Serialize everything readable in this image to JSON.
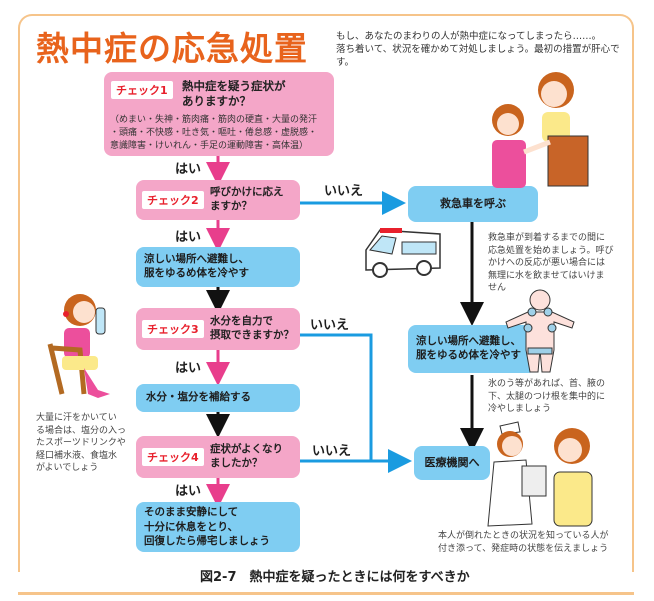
{
  "title": "熱中症の応急処置",
  "intro": [
    "もし、あなたのまわりの人が熱中症になってしまったら……。",
    "落ち着いて、状況を確かめて対処しましょう。最初の措置が肝心です。"
  ],
  "checks": [
    {
      "badge": "チェック1",
      "question": [
        "熱中症を疑う症状が",
        "ありますか？"
      ],
      "symptoms": [
        "（めまい・失神・筋肉痛・筋肉の硬直・大量の発汗",
        "・頭痛・不快感・吐き気・嘔吐・倦怠感・虚脱感・",
        "意識障害・けいれん・手足の運動障害・高体温）"
      ]
    },
    {
      "badge": "チェック2",
      "question": [
        "呼びかけに応え",
        "ますか？"
      ]
    },
    {
      "badge": "チェック3",
      "question": [
        "水分を自力で",
        "摂取できますか？"
      ]
    },
    {
      "badge": "チェック4",
      "question": [
        "症状がよくなり",
        "ましたか？"
      ]
    }
  ],
  "labels": {
    "yes": "はい",
    "no": "いいえ"
  },
  "actions": {
    "cool_left": [
      "涼しい場所へ避難し、",
      "服をゆるめ体を冷やす"
    ],
    "hydrate": "水分・塩分を補給する",
    "rest": [
      "そのまま安静にして",
      "十分に休息をとり、",
      "回復したら帰宅しましょう"
    ],
    "ambulance": "救急車を呼ぶ",
    "cool_right": [
      "涼しい場所へ避難し、",
      "服をゆるめ体を冷やす"
    ],
    "hospital": "医療機関へ"
  },
  "notes": {
    "ambulance": [
      "救急車が到着するまでの間に",
      "応急処置を始めましょう。呼び",
      "かけへの反応が悪い場合には",
      "無理に水を飲ませてはいけま",
      "せん"
    ],
    "ice": [
      "氷のう等があれば、首、腋の",
      "下、太腿のつけ根を集中的に",
      "冷やしましょう"
    ],
    "hospital": [
      "本人が倒れたときの状況を知っている人が",
      "付き添って、発症時の状態を伝えましょう"
    ],
    "drink": [
      "大量に汗をかいてい",
      "る場合は、塩分の入っ",
      "たスポーツドリンクや",
      "経口補水液、食塩水",
      "がよいでしょう"
    ]
  },
  "caption": "図2-7　熱中症を疑ったときには何をすべきか",
  "colors": {
    "title": "#e8631c",
    "pink": "#f4a6c8",
    "blue": "#7fcdf2",
    "badge_text": "#e8202c",
    "yes_arrow": "#e83e8c",
    "no_arrow": "#1a9be0",
    "frame": "#f6c48a"
  }
}
